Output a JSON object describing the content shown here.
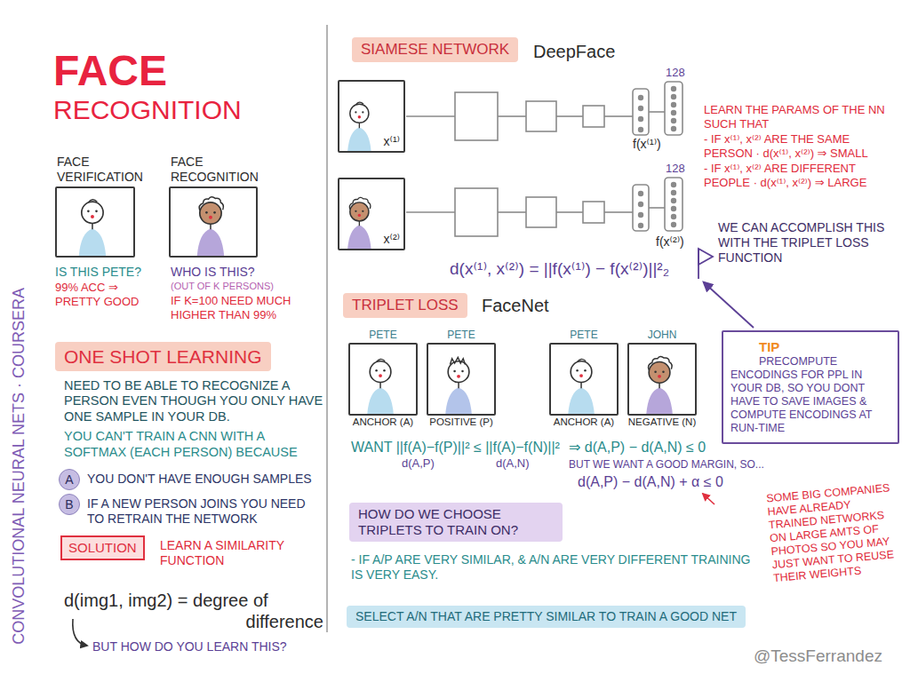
{
  "diagram": {
    "title": "FACE RECOGNITION",
    "nodes": [
      {
        "text": [
          "FACE VERIFICATION"
        ]
      },
      {
        "text": [
          "FACE RECOGNITION"
        ]
      },
      {
        "text": [
          "ONE SHOT LEARNING"
        ]
      },
      {
        "text": [
          "A"
        ]
      },
      {
        "text": [
          "B"
        ]
      },
      {
        "text": [
          "SOLUTION"
        ]
      },
      {
        "text": [
          "SIAMESE NETWORK"
        ]
      },
      {
        "text": [
          "x⁽¹⁾"
        ]
      },
      {
        "text": [
          "x⁽²⁾"
        ]
      },
      {
        "text": [
          "TRIPLET LOSS"
        ]
      },
      {
        "text": [
          "PETE",
          "ANCHOR (A)"
        ]
      },
      {
        "text": [
          "PETE",
          "POSITIVE (P)"
        ]
      },
      {
        "text": [
          "PETE",
          "ANCHOR (A)"
        ]
      },
      {
        "text": [
          "JOHN",
          "NEGATIVE (N)"
        ]
      },
      {
        "text": [
          "TIP",
          "PRECOMPUTE ENCODINGS FOR PPL IN YOUR DB, SO YOU DONT HAVE TO SAVE IMAGES & COMPUTE ENCODINGS AT RUN-TIME"
        ]
      },
      {
        "text": [
          "HOW DO WE CHOOSE TRIPLETS TO TRAIN ON?"
        ]
      },
      {
        "text": [
          "SELECT A/N THAT ARE PRETTY SIMILAR TO TRAIN A GOOD NET"
        ]
      }
    ],
    "labels": [
      "IS THIS PETE?",
      "99% ACC ⇒ PRETTY GOOD",
      "WHO IS THIS?",
      "(OUT OF K PERSONS)",
      "IF K=100 NEED MUCH HIGHER THAN 99%",
      "NEED TO BE ABLE TO RECOGNIZE A PERSON EVEN THOUGH YOU ONLY HAVE ONE SAMPLE IN YOUR DB.",
      "YOU CAN'T TRAIN A CNN WITH A SOFTMAX (EACH PERSON) BECAUSE",
      "YOU DON'T HAVE ENOUGH SAMPLES",
      "IF A NEW PERSON JOINS YOU NEED TO RETRAIN THE NETWORK",
      "LEARN A SIMILARITY FUNCTION",
      "d(img1, img2) = degree of difference",
      "BUT HOW DO YOU LEARN THIS?",
      "CONVOLUTIONAL NEURAL NETS · COURSERA",
      "DeepFace",
      "128",
      "f(x⁽¹⁾)",
      "128",
      "f(x⁽²⁾)",
      "LEARN THE PARAMS OF THE NN SUCH THAT",
      "- IF x⁽¹⁾, x⁽²⁾ ARE THE SAME PERSON · d(x⁽¹⁾, x⁽²⁾) ⇒ SMALL",
      "- IF x⁽¹⁾, x⁽²⁾ ARE DIFFERENT PEOPLE · d(x⁽¹⁾, x⁽²⁾) ⇒ LARGE",
      "WE CAN ACCOMPLISH THIS WITH THE TRIPLET LOSS FUNCTION",
      "d(x⁽¹⁾, x⁽²⁾) = ||f(x⁽¹⁾) − f(x⁽²⁾)||²₂",
      "FaceNet",
      "WANT ||f(A)−f(P)||² ≤ ||f(A)−f(N)||²",
      "d(A,P)",
      "d(A,N)",
      "⇒ d(A,P) − d(A,N) ≤ 0",
      "BUT WE WANT A GOOD MARGIN, SO...",
      "d(A,P) − d(A,N) + α ≤ 0",
      "- IF A/P ARE VERY SIMILAR, & A/N ARE VERY DIFFERENT TRAINING IS VERY EASY.",
      "SOME BIG COMPANIES HAVE ALREADY TRAINED NETWORKS ON LARGE AMTS OF PHOTOS SO YOU MAY JUST WANT TO REUSE THEIR WEIGHTS",
      "@TessFerrandez"
    ]
  }
}
